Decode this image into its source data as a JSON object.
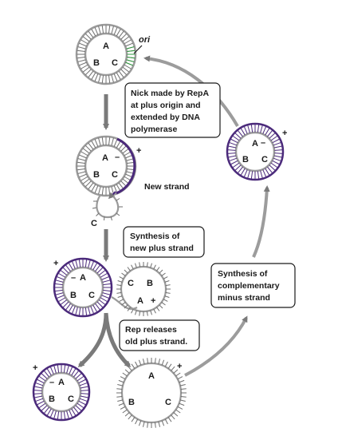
{
  "labels": {
    "ori": "ori",
    "new_strand": "New strand",
    "a": "A",
    "b": "B",
    "c": "C",
    "plus": "+",
    "minus": "–"
  },
  "captions": {
    "nick": [
      "Nick made by RepA",
      "at plus origin and",
      "extended by DNA",
      "polymerase"
    ],
    "synth_plus": [
      "Synthesis of",
      "new plus strand"
    ],
    "rep_release": [
      "Rep releases",
      "old plus strand."
    ],
    "synth_minus": [
      "Synthesis of",
      "complementary",
      "minus strand"
    ]
  },
  "colors": {
    "strand": "#9a9a9a",
    "tick": "#6e6e6e",
    "new_strand": "#4b2a7b",
    "origin": "#2e9a3c",
    "arrow": "#7a7a7a",
    "text": "#1a1a1a"
  }
}
